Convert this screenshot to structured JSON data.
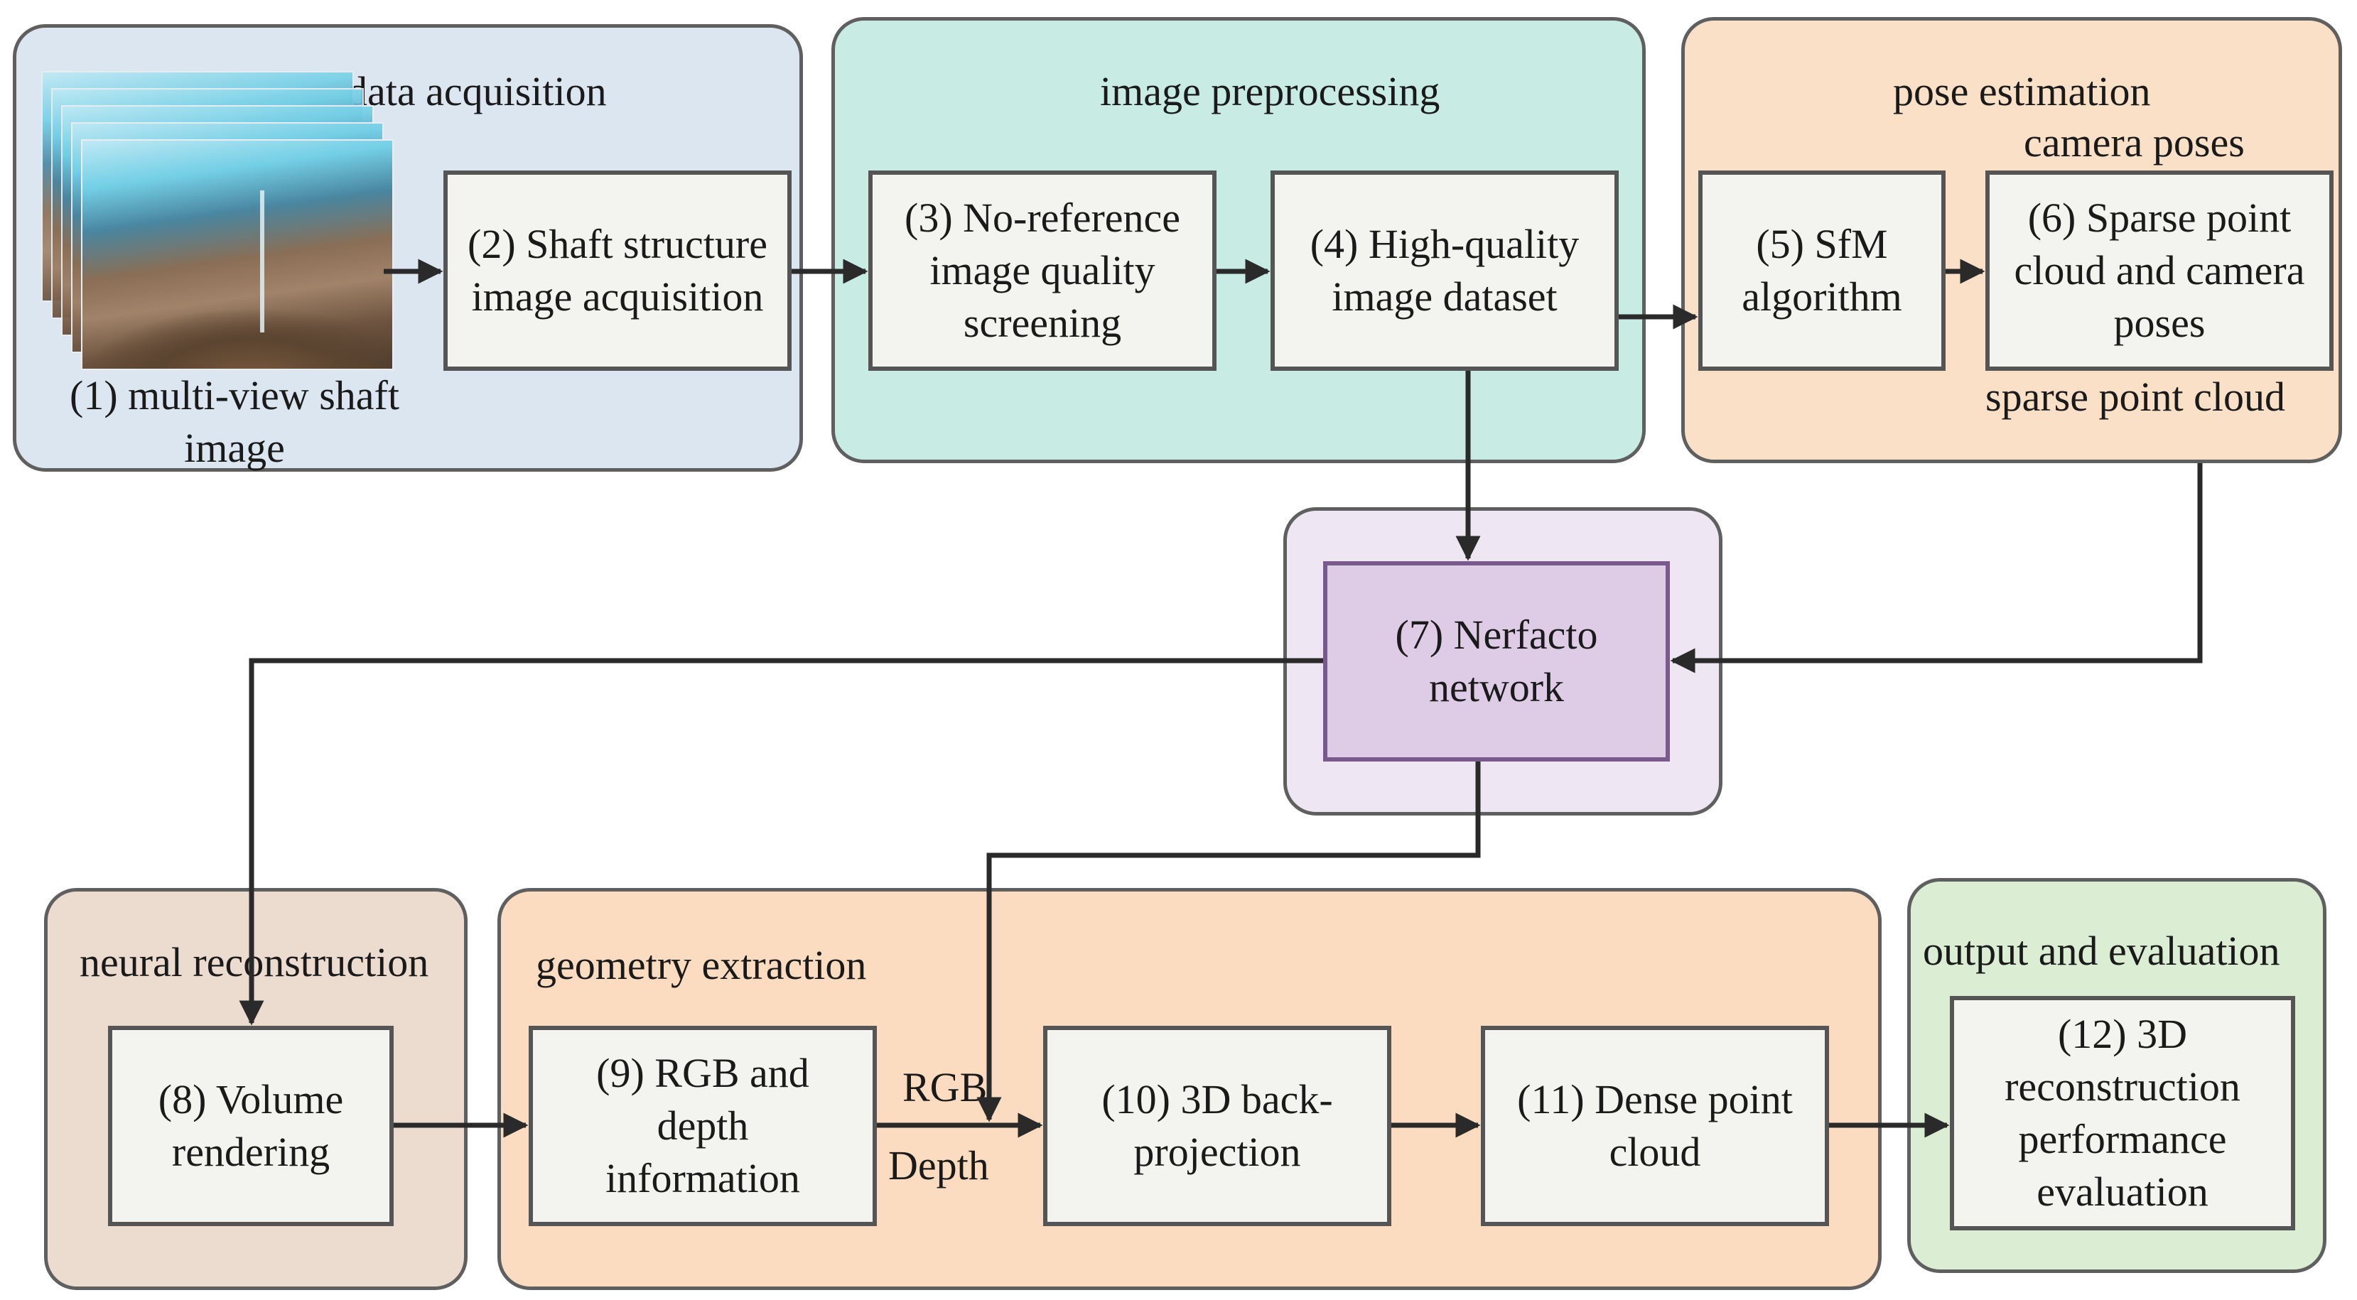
{
  "groups": {
    "data_acquisition": "data acquisition",
    "image_preprocessing": "image preprocessing",
    "pose_estimation": "pose estimation",
    "neural_reconstruction": "neural reconstruction",
    "geometry_extraction": "geometry extraction",
    "output_evaluation": "output and evaluation"
  },
  "nodes": {
    "n1": "(1) multi-view shaft\nimage",
    "n2": "(2) Shaft structure\nimage acquisition",
    "n3": "(3) No-reference\nimage quality\nscreening",
    "n4": "(4) High-quality\nimage dataset",
    "n5": "(5) SfM\nalgorithm",
    "n6": "(6) Sparse point\ncloud and camera\nposes",
    "n7": "(7) Nerfacto\nnetwork",
    "n8": "(8) Volume\nrendering",
    "n9": "(9) RGB and\ndepth\ninformation",
    "n10": "(10) 3D back-\nprojection",
    "n11": "(11) Dense point\ncloud",
    "n12": "(12) 3D\nreconstruction\nperformance\nevaluation"
  },
  "edge_labels": {
    "camera_poses": "camera poses",
    "sparse_point_cloud": "sparse point cloud",
    "rgb": "RGB",
    "depth": "Depth"
  },
  "colors": {
    "data_acquisition": "#dce6f1",
    "image_preprocessing": "#c8ece4",
    "pose_estimation": "#fbe0c8",
    "nerfacto_outer": "#efe6f3",
    "nerfacto_node": "#decbe6",
    "nerfacto_border": "#7a5a8c",
    "neural_reconstruction": "#ecdcd0",
    "geometry_extraction": "#fbdcc0",
    "output_evaluation": "#dbeed3",
    "wire": "#2a2a2a"
  }
}
